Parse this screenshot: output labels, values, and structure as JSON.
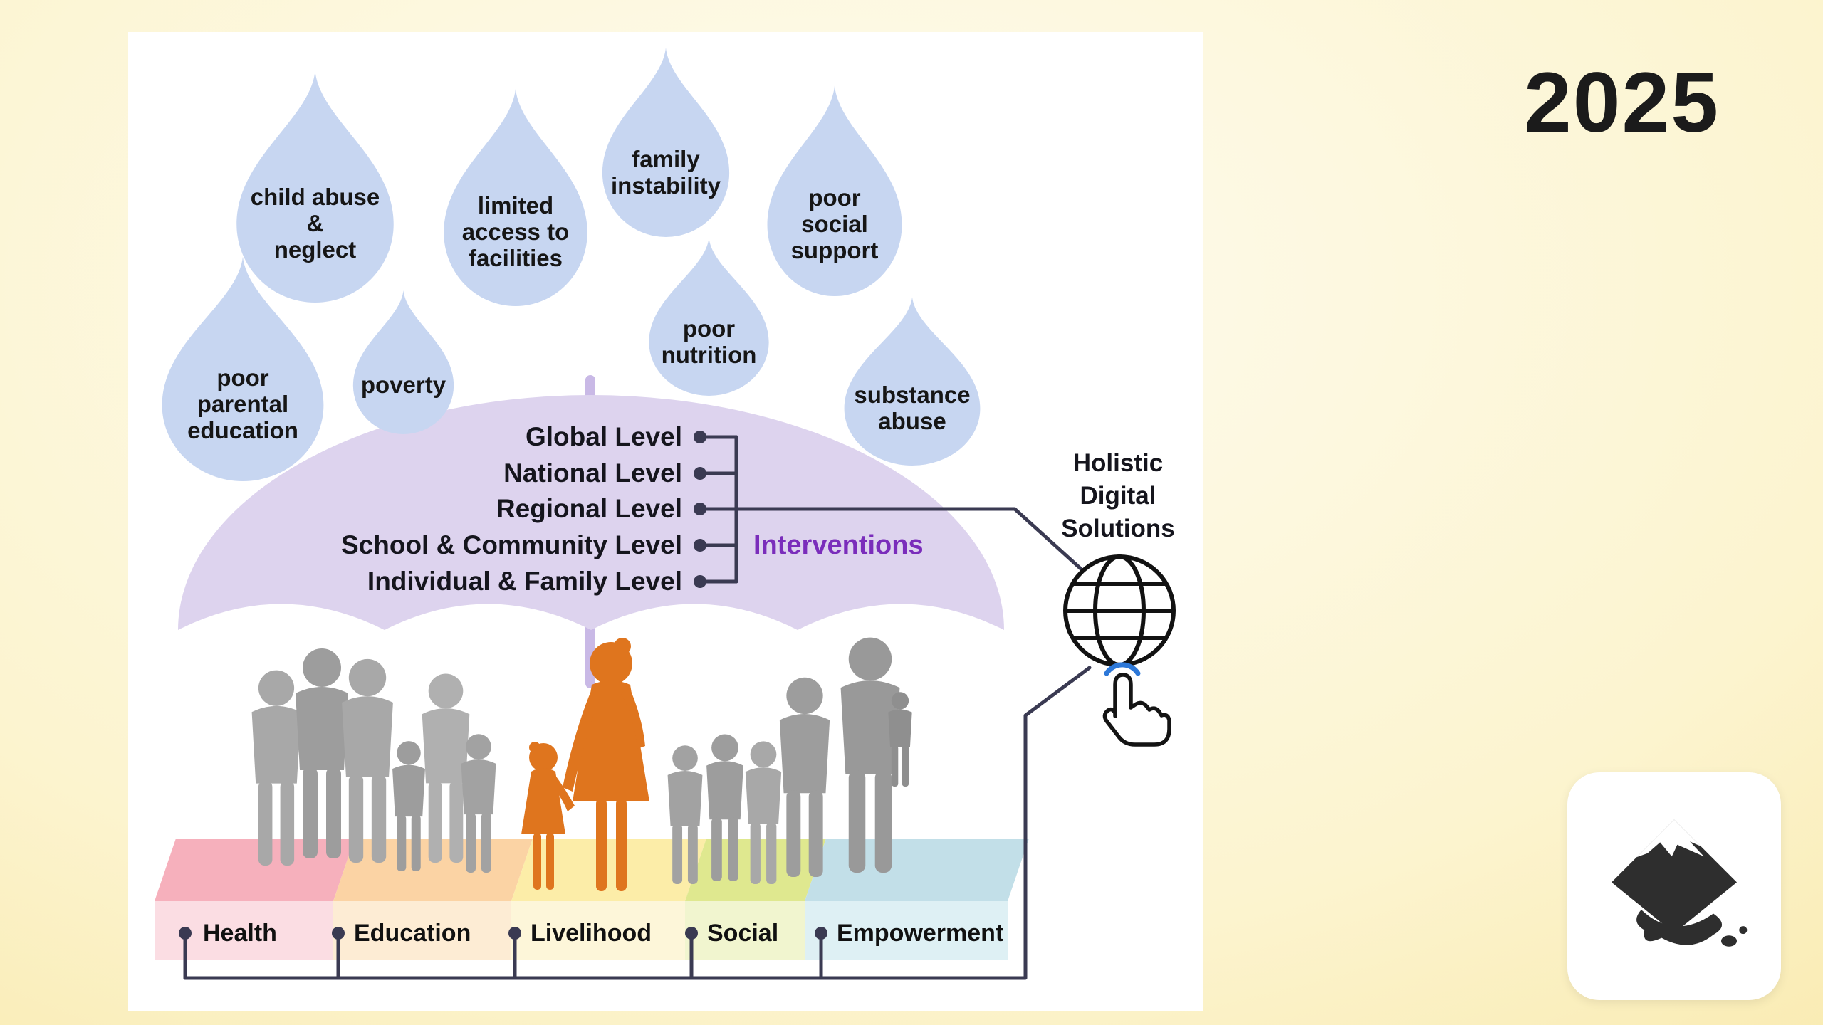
{
  "page": {
    "year": "2025"
  },
  "diagram": {
    "risk_drops": [
      {
        "label": "child abuse\n&\nneglect"
      },
      {
        "label": "limited\naccess to\nfacilities"
      },
      {
        "label": "family\ninstability"
      },
      {
        "label": "poor\nsocial\nsupport"
      },
      {
        "label": "poor\nparental\neducation"
      },
      {
        "label": "poverty"
      },
      {
        "label": "poor\nnutrition"
      },
      {
        "label": "substance\nabuse"
      }
    ],
    "umbrella_levels": [
      "Global Level",
      "National Level",
      "Regional Level",
      "School & Community Level",
      "Individual & Family Level"
    ],
    "interventions_label": "Interventions",
    "solutions_title": "Holistic\nDigital\nSolutions",
    "platform_segments": [
      {
        "label": "Health",
        "top_color": "#f6b0bc",
        "front_color": "#fbdde3"
      },
      {
        "label": "Education",
        "top_color": "#fbd3a4",
        "front_color": "#fdecd4"
      },
      {
        "label": "Livelihood",
        "top_color": "#fceda8",
        "front_color": "#fdf6d9"
      },
      {
        "label": "Social",
        "top_color": "#dfe88f",
        "front_color": "#f1f5cf"
      },
      {
        "label": "Empowerment",
        "top_color": "#c2dfe8",
        "front_color": "#def0f4"
      }
    ],
    "colors": {
      "drop_fill": "#c7d6f1",
      "umbrella_fill": "#ddd3ee",
      "umbrella_pole": "#c9b9e6",
      "interventions_text": "#7a2dbb",
      "connector": "#3a3a52",
      "people_gray": "#a3a3a3",
      "people_highlight": "#df751e",
      "tap_accent": "#2d78d8"
    },
    "icons": [
      "raindrop-icon",
      "umbrella-icon",
      "globe-icon",
      "hand-cursor-icon",
      "tap-indicator-icon"
    ]
  },
  "branding": {
    "logo": "inkscape-logo"
  }
}
